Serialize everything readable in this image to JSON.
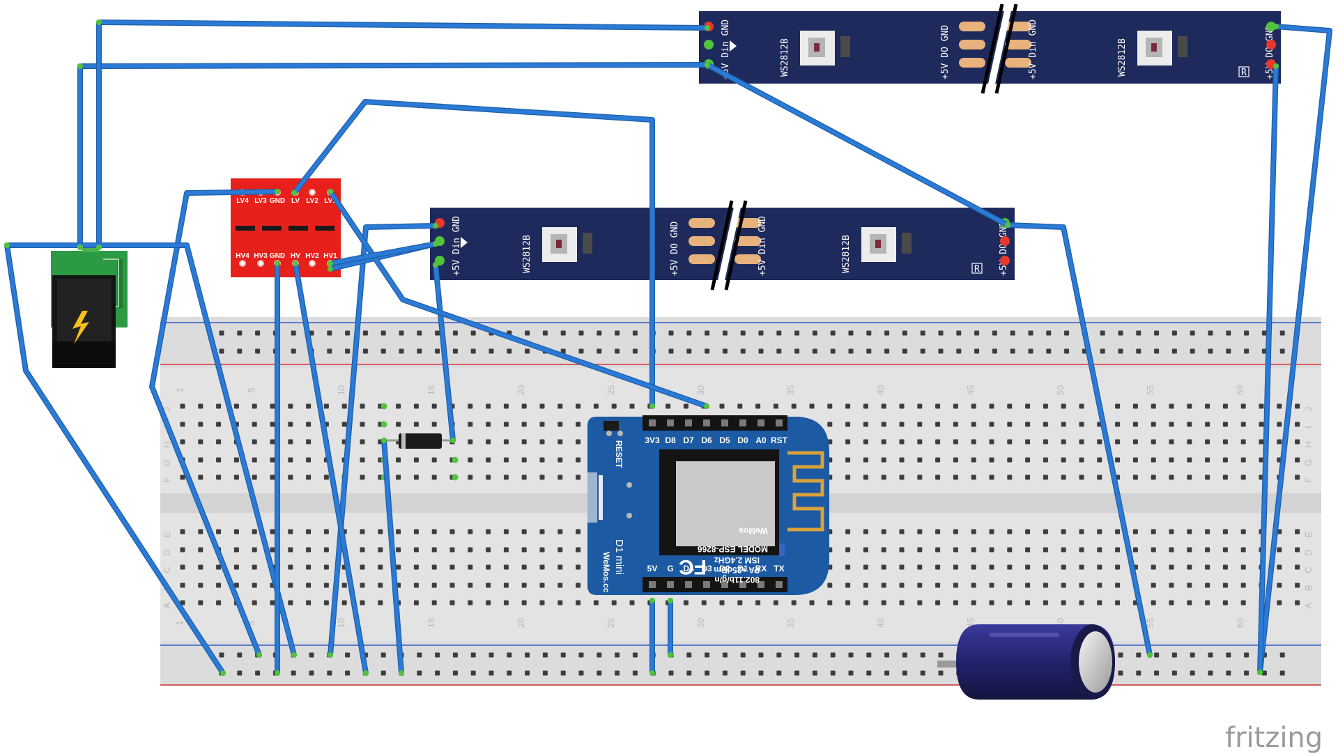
{
  "watermark": "fritzing",
  "level_converter": {
    "top_labels": [
      "LV4",
      "LV3",
      "GND",
      "LV",
      "LV2",
      "LV1"
    ],
    "bottom_labels": [
      "HV4",
      "HV3",
      "GND",
      "HV",
      "HV2",
      "HV1"
    ]
  },
  "led_strip": {
    "chip": "WS2812B",
    "in_pins": [
      "+5V",
      "Din",
      "GND"
    ],
    "out_pins": [
      "+5V",
      "DO",
      "GND"
    ],
    "mark": "R"
  },
  "breadboard": {
    "column_numbers": [
      "1",
      "5",
      "10",
      "15",
      "20",
      "25",
      "30",
      "35",
      "40",
      "45",
      "50",
      "55",
      "60"
    ],
    "rows_top": [
      "J",
      "I",
      "H",
      "G",
      "F"
    ],
    "rows_bottom": [
      "E",
      "D",
      "C",
      "B",
      "A"
    ]
  },
  "mcu": {
    "top_pins": [
      "3V3",
      "D8",
      "D7",
      "D6",
      "D5",
      "D0",
      "A0",
      "RST"
    ],
    "bottom_pins": [
      "5V",
      "G",
      "D4",
      "D3",
      "D2",
      "D1",
      "RX",
      "TX"
    ],
    "reset_label": "RESET",
    "board_name": "D1 mini",
    "brand": "WeMos",
    "website": "WeMos.cc",
    "module_lines": [
      "MODEL ESP-8266",
      "ISM 2.4GHz",
      "PA +25dBm",
      "802.11b/g/n"
    ],
    "fcc": "FC"
  },
  "colors": {
    "wire": "#2a7ad6",
    "wire_edge": "#1f5fa8",
    "strip": "#1f2a5c",
    "converter": "#e8201c",
    "board": "#1c5aa3",
    "pin_green": "#52c33a",
    "rail_red": "#d8343c",
    "rail_blue": "#2c58c8"
  }
}
